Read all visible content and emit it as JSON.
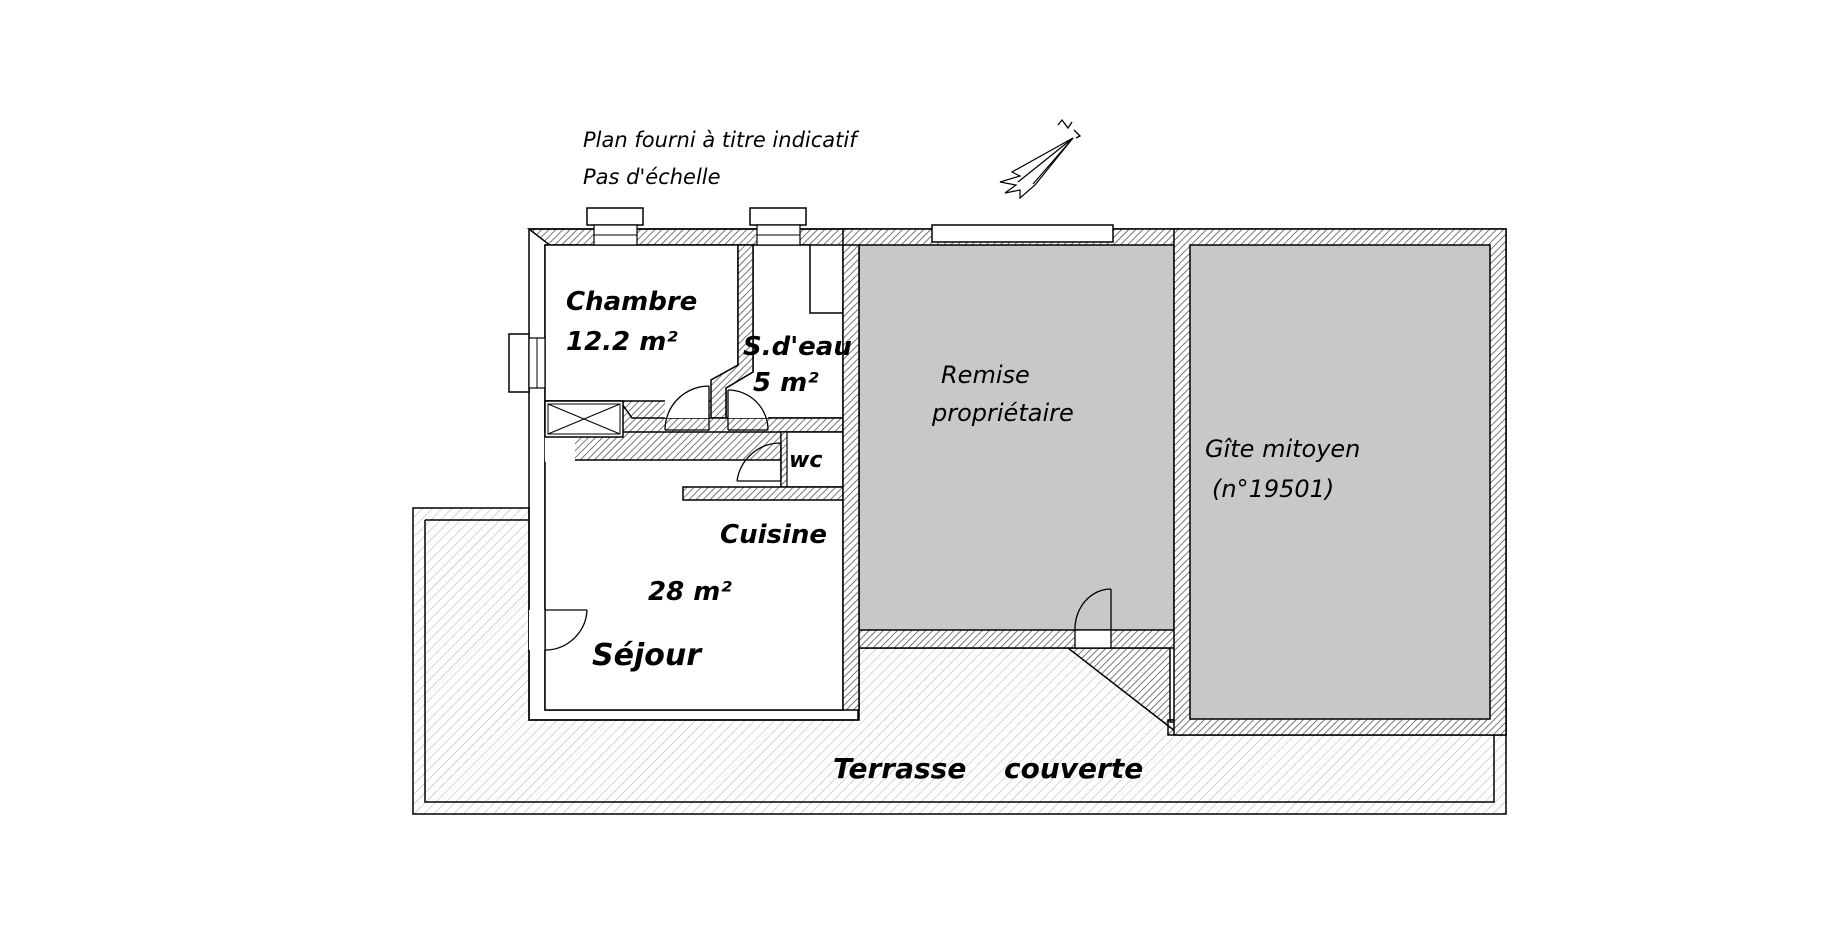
{
  "note": {
    "line1": "Plan fourni à titre indicatif",
    "line2": "Pas d'échelle"
  },
  "compass": {
    "icon": "north-arrow-icon",
    "label": "N"
  },
  "rooms": {
    "chambre": {
      "name": "Chambre",
      "area": "12.2 m²"
    },
    "sdeau": {
      "name": "S.d'eau",
      "area": "5 m²"
    },
    "wc": {
      "name": "wc"
    },
    "cuisine": {
      "name": "Cuisine",
      "area": "28 m²"
    },
    "sejour": {
      "name": "Séjour"
    },
    "remise": {
      "line1": "Remise",
      "line2": "propriétaire"
    },
    "gite": {
      "line1": "Gîte mitoyen",
      "line2": "(n°19501)"
    },
    "terrasse": {
      "word1": "Terrasse",
      "word2": "couverte"
    }
  },
  "colors": {
    "wall_hatch": "#555555",
    "outbuilding_fill": "#c8c8c8",
    "terrace_hatch": "#b0b0b0",
    "line": "#000000"
  }
}
